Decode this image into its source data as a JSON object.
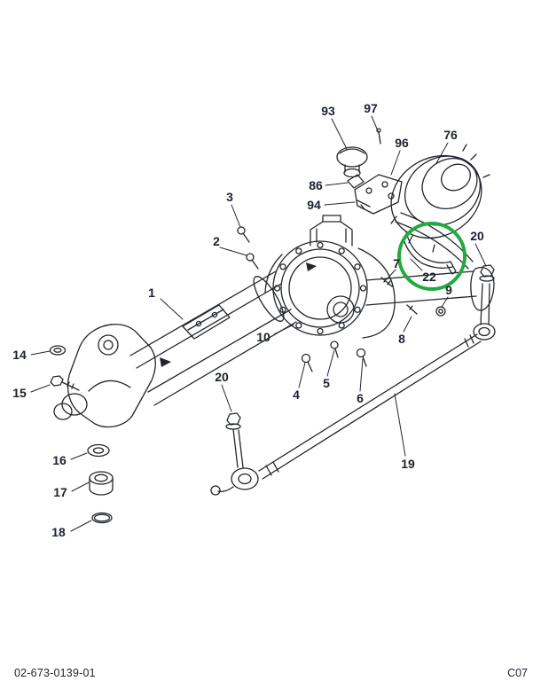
{
  "meta": {
    "kind": "exploded-parts-diagram",
    "footer_left": "02-673-0139-01",
    "footer_right": "C07"
  },
  "colors": {
    "background": "#ffffff",
    "line": "#23262e",
    "text": "#1b2130",
    "highlight": "#22a93f"
  },
  "highlight": {
    "part_label": "22"
  },
  "callouts": [
    {
      "id": "93",
      "label": "93"
    },
    {
      "id": "97",
      "label": "97"
    },
    {
      "id": "96",
      "label": "96"
    },
    {
      "id": "76",
      "label": "76"
    },
    {
      "id": "86",
      "label": "86"
    },
    {
      "id": "94",
      "label": "94"
    },
    {
      "id": "3",
      "label": "3"
    },
    {
      "id": "2",
      "label": "2"
    },
    {
      "id": "20-right",
      "label": "20"
    },
    {
      "id": "7",
      "label": "7"
    },
    {
      "id": "22",
      "label": "22"
    },
    {
      "id": "9",
      "label": "9"
    },
    {
      "id": "1",
      "label": "1"
    },
    {
      "id": "10",
      "label": "10"
    },
    {
      "id": "8",
      "label": "8"
    },
    {
      "id": "14",
      "label": "14"
    },
    {
      "id": "15",
      "label": "15"
    },
    {
      "id": "5",
      "label": "5"
    },
    {
      "id": "4",
      "label": "4"
    },
    {
      "id": "6",
      "label": "6"
    },
    {
      "id": "20-left",
      "label": "20"
    },
    {
      "id": "16",
      "label": "16"
    },
    {
      "id": "17",
      "label": "17"
    },
    {
      "id": "19",
      "label": "19"
    },
    {
      "id": "18",
      "label": "18"
    }
  ]
}
